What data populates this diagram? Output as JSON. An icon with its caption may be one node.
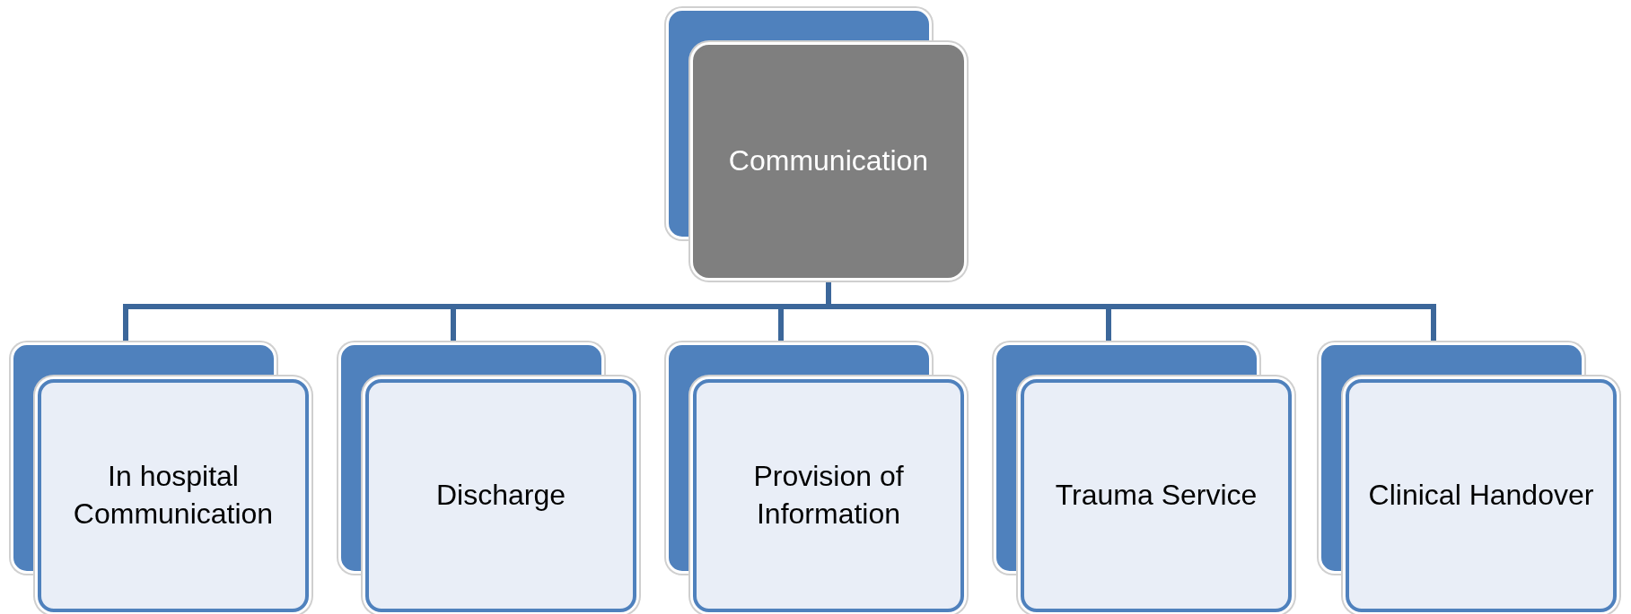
{
  "diagram": {
    "nodes": [
      {
        "text": [
          "Communication"
        ]
      },
      {
        "text": [
          "In hospital Communication"
        ]
      },
      {
        "text": [
          "Discharge"
        ]
      },
      {
        "text": [
          "Provision of Information"
        ]
      },
      {
        "text": [
          "Trauma Service"
        ]
      },
      {
        "text": [
          "Clinical Handover"
        ]
      }
    ],
    "edges": [
      {
        "from": 0,
        "to": 1,
        "arrow": "none"
      },
      {
        "from": 0,
        "to": 2,
        "arrow": "none"
      },
      {
        "from": 0,
        "to": 3,
        "arrow": "none"
      },
      {
        "from": 0,
        "to": 4,
        "arrow": "none"
      },
      {
        "from": 0,
        "to": 5,
        "arrow": "none"
      }
    ]
  }
}
